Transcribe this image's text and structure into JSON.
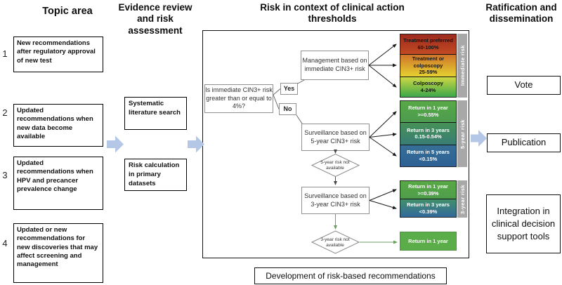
{
  "headers": {
    "topic": "Topic area",
    "evidence": "Evidence review and risk assessment",
    "risk_context": "Risk in context of clinical action thresholds",
    "ratification": "Ratification and dissemination"
  },
  "topic_items": [
    {
      "num": "1",
      "text": "New recommendations after regulatory approval of new test"
    },
    {
      "num": "2",
      "text": "Updated recommendations when new data become available"
    },
    {
      "num": "3",
      "text": "Updated recommendations when HPV and precancer prevalence change"
    },
    {
      "num": "4",
      "text": "Updated or new recommendations for new discoveries that may affect screening and management"
    }
  ],
  "evidence_steps": [
    {
      "text": "Systematic literature search"
    },
    {
      "text": "Risk calculation in primary datasets"
    }
  ],
  "flowchart": {
    "question": "Is immediate CIN3+ risk greater than or equal to 4%?",
    "yes_label": "Yes",
    "no_label": "No",
    "management": "Management based on immediate CIN3+ risk",
    "surveillance_5yr": "Surveillance based on 5-year CIN3+ risk",
    "surveillance_3yr": "Surveillance based on 3-year CIN3+ risk",
    "diamond_5yr": "5-year risk not available",
    "diamond_3yr": "3-year risk not available",
    "fallback_box": "Return in 1 year"
  },
  "risk_scales": {
    "immediate": {
      "side_label": "Immediate risk",
      "cells": [
        {
          "line1": "Treatment preferred",
          "line2": "60-100%"
        },
        {
          "line1": "Treatment or colposcopy",
          "line2": "25-59%"
        },
        {
          "line1": "Colposcopy",
          "line2": "4-24%"
        }
      ]
    },
    "five_year": {
      "side_label": "5-year risk",
      "cells": [
        {
          "line1": "Return in 1 year",
          "line2": ">=0.55%"
        },
        {
          "line1": "Return in 3 years",
          "line2": "0.15-0.54%"
        },
        {
          "line1": "Return in 5 years",
          "line2": "<0.15%"
        }
      ]
    },
    "three_year": {
      "side_label": "3-year risk",
      "cells": [
        {
          "line1": "Return in 1 year",
          "line2": ">=0.39%"
        },
        {
          "line1": "Return in 3 years",
          "line2": "<0.39%"
        }
      ]
    }
  },
  "ratification_items": [
    {
      "text": "Vote"
    },
    {
      "text": "Publication"
    },
    {
      "text": "Integration in clinical decision support tools"
    }
  ],
  "footer_label": "Development of risk-based recommendations",
  "colors": {
    "process_arrow_blue": "#b4c7e7",
    "side_tab_gray": "#a8a8a8",
    "risk_high_red": "#9e2a1f",
    "risk_mid_yellow": "#e6d231",
    "risk_low_green": "#58a945",
    "risk_rare_blue": "#2d6094"
  }
}
